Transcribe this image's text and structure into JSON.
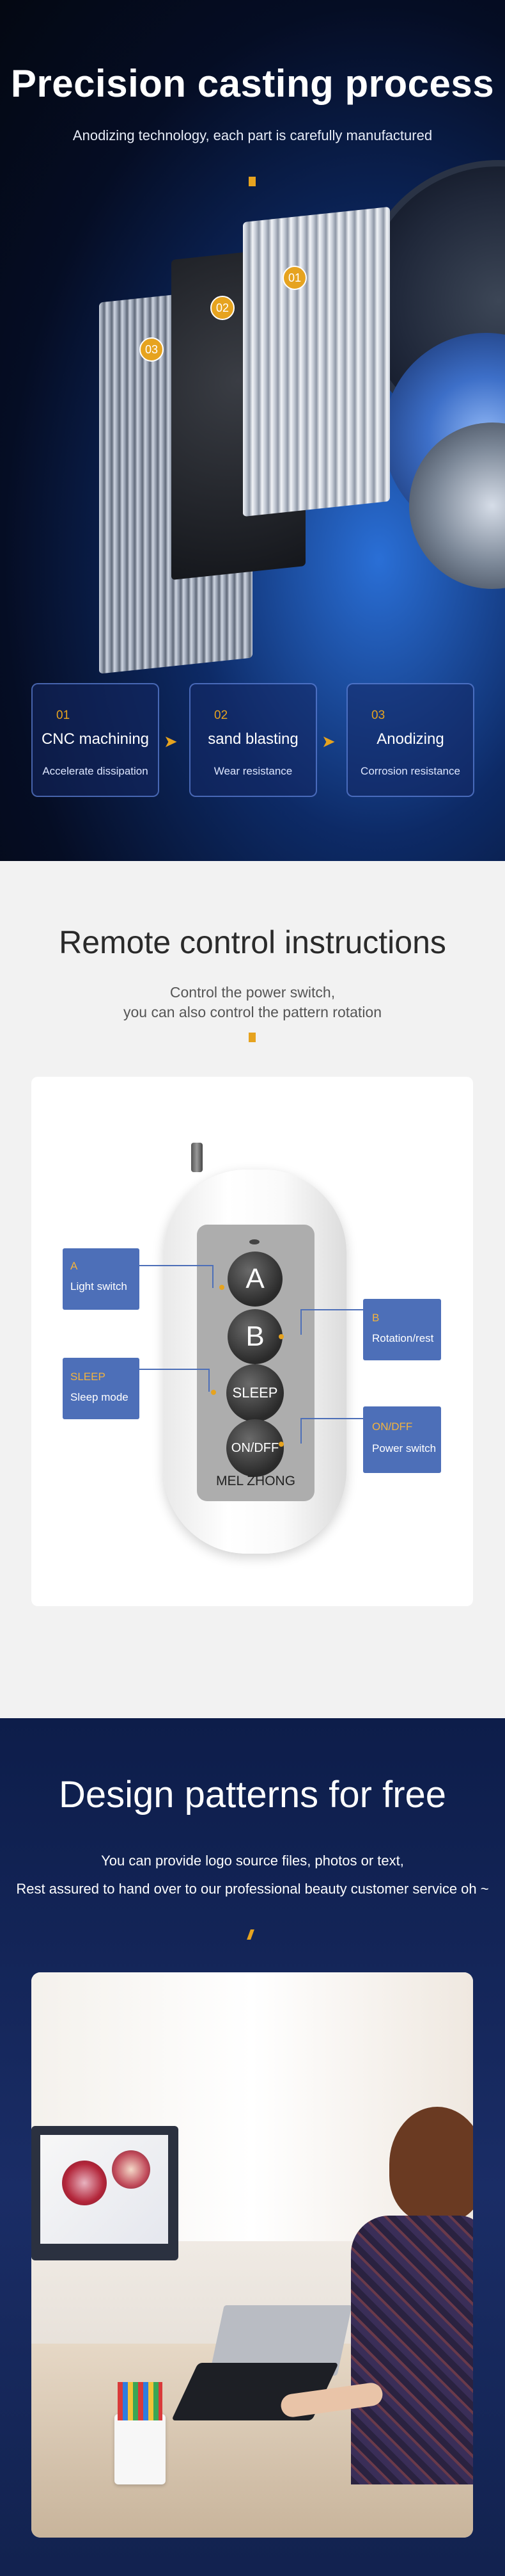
{
  "precision": {
    "title": "Precision casting process",
    "subtitle": "Anodizing technology, each part is carefully manufactured",
    "badges": [
      "01",
      "02",
      "03"
    ],
    "steps": [
      {
        "num": "01",
        "name": "CNC machining",
        "desc": "Accelerate dissipation"
      },
      {
        "num": "02",
        "name": "sand blasting",
        "desc": "Wear resistance"
      },
      {
        "num": "03",
        "name": "Anodizing",
        "desc": "Corrosion resistance"
      }
    ]
  },
  "remote": {
    "title": "Remote control instructions",
    "subtitle_line1": "Control the power switch,",
    "subtitle_line2": "you can also control the pattern rotation",
    "buttons": [
      "A",
      "B",
      "SLEEP",
      "ON/DFF"
    ],
    "brand": "MEL ZHONG",
    "labels": [
      {
        "key": "A",
        "text": "Light switch"
      },
      {
        "key": "B",
        "text": "Rotation/rest"
      },
      {
        "key": "SLEEP",
        "text": "Sleep mode"
      },
      {
        "key": "ON/DFF",
        "text": "Power switch"
      }
    ]
  },
  "design": {
    "title": "Design patterns for free",
    "subtitle_line1": "You can provide logo source files, photos or text,",
    "subtitle_line2": "Rest assured to hand over to our professional beauty customer service oh ~"
  },
  "colors": {
    "accent": "#e6a31f",
    "label_bg": "#4d6fb8",
    "navy": "#0d1d4a"
  }
}
